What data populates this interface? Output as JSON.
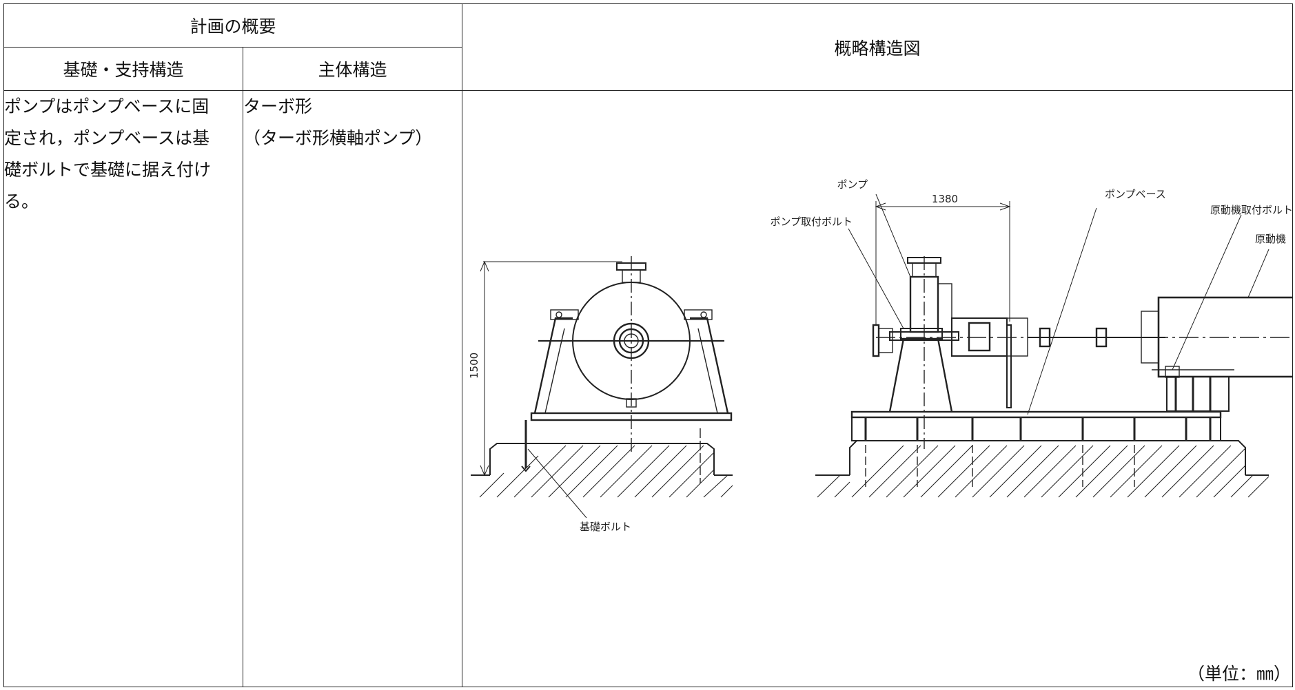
{
  "table": {
    "plan_overview_header": "計画の概要",
    "foundation_header": "基礎・支持構造",
    "main_structure_header": "主体構造",
    "diagram_header": "概略構造図",
    "foundation_text": "ポンプはポンプベースに固\n定され，ポンプベースは基\n礎ボルトで基礎に据え付け\nる。",
    "main_structure_text": "ターボ形\n（ターボ形横軸ポンプ）",
    "unit_note": "（単位：㎜）"
  },
  "drawing": {
    "height_dim": "1500",
    "length_dim": "1380",
    "label_pump": "ポンプ",
    "label_pump_bolt": "ポンプ取付ボルト",
    "label_pump_base": "ポンプベース",
    "label_motor_bolt": "原動機取付ボルト",
    "label_motor": "原動機",
    "label_foundation_bolt": "基礎ボルト"
  }
}
